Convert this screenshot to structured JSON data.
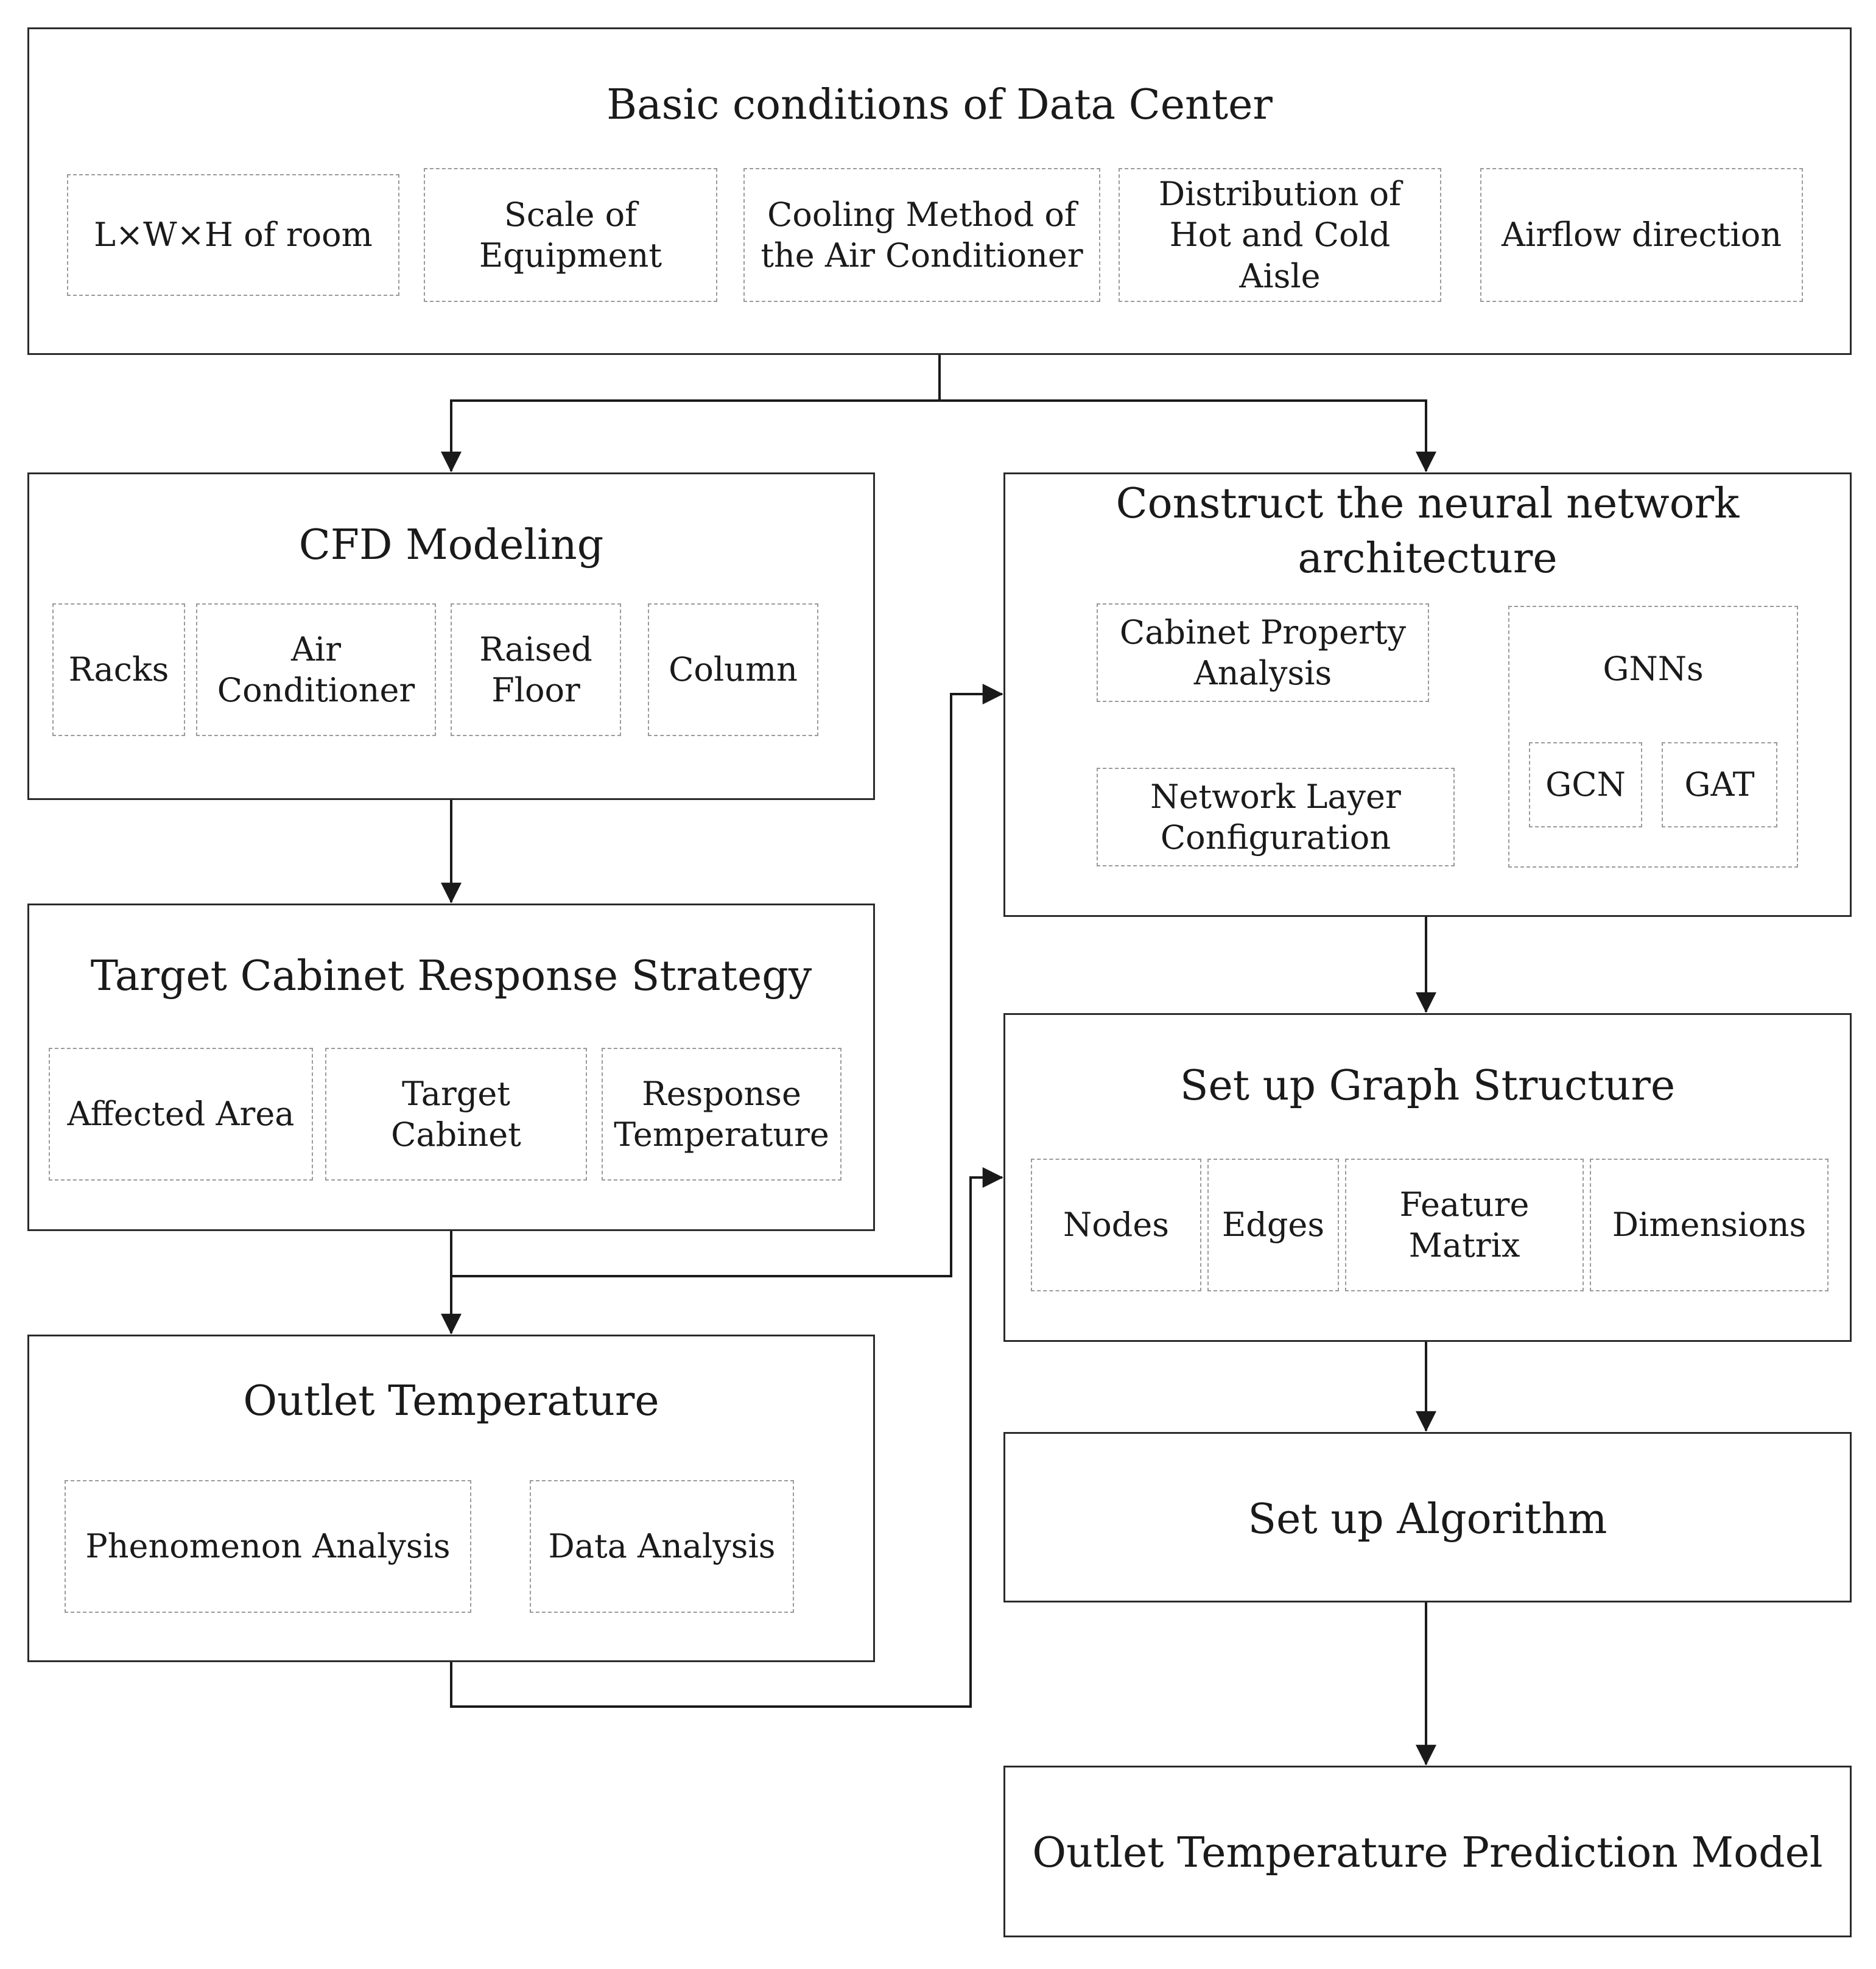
{
  "basic": {
    "title": "Basic conditions of Data Center",
    "items": [
      "L×W×H of room",
      "Scale of\nEquipment",
      "Cooling Method of\nthe Air Conditioner",
      "Distribution of\nHot and Cold\nAisle",
      "Airflow direction"
    ]
  },
  "cfd": {
    "title": "CFD Modeling",
    "items": [
      "Racks",
      "Air\nConditioner",
      "Raised\nFloor",
      "Column"
    ]
  },
  "target": {
    "title": "Target Cabinet Response Strategy",
    "items": [
      "Affected Area",
      "Target\nCabinet",
      "Response\nTemperature"
    ]
  },
  "outlet": {
    "title": "Outlet Temperature",
    "items": [
      "Phenomenon Analysis",
      "Data Analysis"
    ]
  },
  "nn": {
    "title": "Construct the neural network\narchitecture",
    "cabinet_property": "Cabinet Property\nAnalysis",
    "network_layer": "Network Layer\nConfiguration",
    "gnns": "GNNs",
    "gcn": "GCN",
    "gat": "GAT"
  },
  "graph": {
    "title": "Set up Graph Structure",
    "items": [
      "Nodes",
      "Edges",
      "Feature\nMatrix",
      "Dimensions"
    ]
  },
  "algorithm": {
    "title": "Set up Algorithm"
  },
  "model": {
    "title": "Outlet Temperature Prediction Model"
  }
}
